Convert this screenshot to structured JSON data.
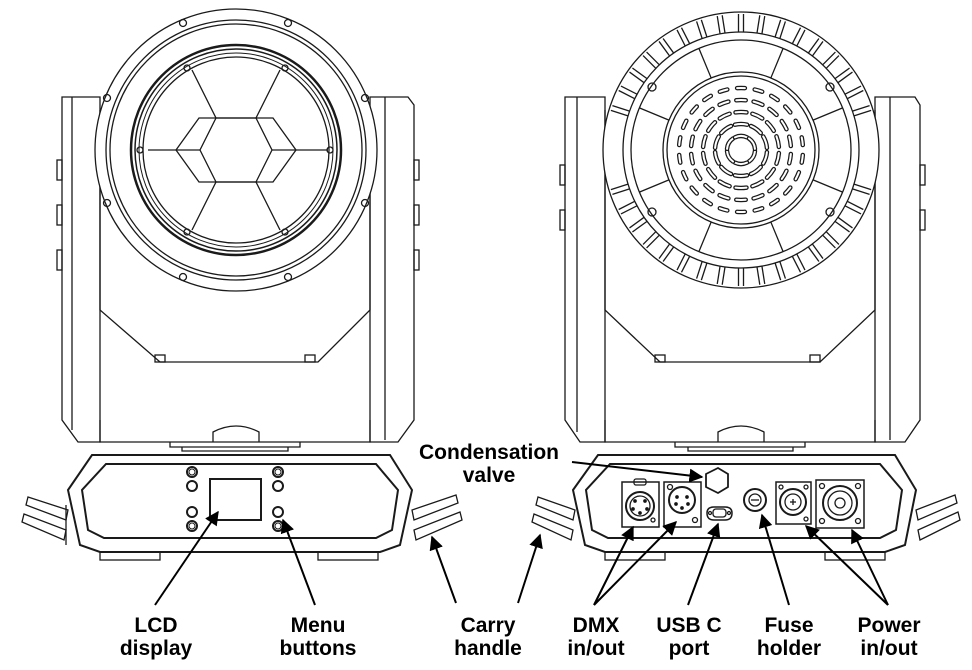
{
  "diagram": {
    "title": "Moving head fixture front and rear view with base panel features",
    "views": [
      {
        "name": "front-view",
        "description": "Front lens side with hexagonal segmented lens"
      },
      {
        "name": "rear-view",
        "description": "Rear side with vented heatsink grille"
      }
    ],
    "callouts": {
      "lcd_display": {
        "line1": "LCD",
        "line2": "display"
      },
      "menu_buttons": {
        "line1": "Menu",
        "line2": "buttons"
      },
      "carry_handle": {
        "line1": "Carry",
        "line2": "handle"
      },
      "condensation_valve": {
        "line1": "Condensation",
        "line2": "valve"
      },
      "dmx": {
        "line1": "DMX",
        "line2": "in/out"
      },
      "usb_c": {
        "line1": "USB C",
        "line2": "port"
      },
      "fuse_holder": {
        "line1": "Fuse",
        "line2": "holder"
      },
      "power": {
        "line1": "Power",
        "line2": "in/out"
      }
    },
    "colors": {
      "line": "#1a1a1a",
      "background": "#ffffff",
      "text": "#000000"
    }
  }
}
